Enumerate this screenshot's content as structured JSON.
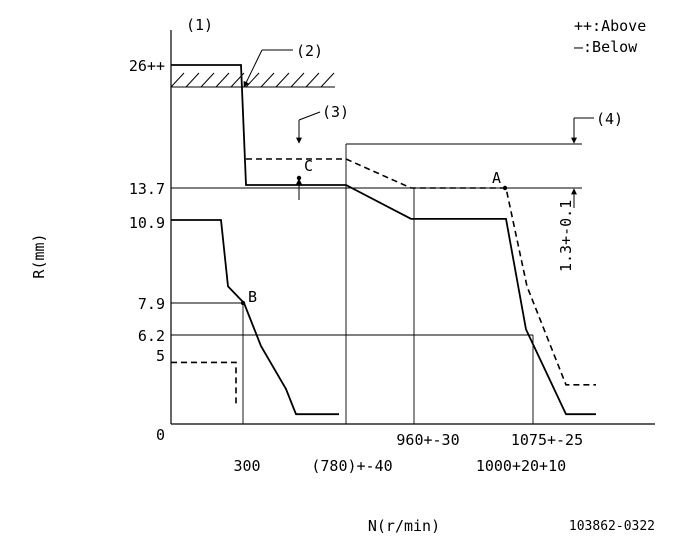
{
  "chart_data": {
    "type": "line",
    "legend": {
      "above": "++:Above",
      "below": "—:Below",
      "placement": "top-right"
    },
    "xlabel": "N(r/min)",
    "ylabel": "R(mm)",
    "figure_id": "103862-0322",
    "y_tick_labels": [
      "26++",
      "13.7",
      "10.9",
      "7.9",
      "6.2",
      "5",
      "0"
    ],
    "x_tick_labels": [
      "300",
      "(780)+-40",
      "960+-30",
      "1000+20+10",
      "1075+-25"
    ],
    "callouts": [
      "(1)",
      "(2)",
      "(3)",
      "(4)"
    ],
    "points": [
      "A",
      "B",
      "C"
    ],
    "dimension_label": "1.3+-0.1",
    "series": [
      {
        "style": "solid",
        "segments": [
          [
            [
              0,
              26
            ],
            [
              70,
              26
            ],
            [
              75,
              14
            ],
            [
              175,
              14
            ],
            [
              240,
              11
            ],
            [
              335,
              11
            ],
            [
              355,
              6.5
            ],
            [
              395,
              0.7
            ],
            [
              425,
              0.7
            ]
          ],
          [
            [
              0,
              10.9
            ],
            [
              50,
              10.9
            ],
            [
              57,
              8.5
            ],
            [
              73,
              7.9
            ],
            [
              90,
              5.5
            ],
            [
              115,
              2.5
            ],
            [
              125,
              0.7
            ],
            [
              168,
              0.7
            ]
          ]
        ]
      },
      {
        "style": "dashed",
        "segments": [
          [
            [
              75,
              16.6
            ],
            [
              175,
              16.6
            ],
            [
              240,
              13.7
            ],
            [
              335,
              13.7
            ],
            [
              356,
              8.5
            ],
            [
              395,
              2.8
            ],
            [
              425,
              2.8
            ]
          ],
          [
            [
              0,
              4.4
            ],
            [
              65,
              4.4
            ],
            [
              65,
              1.3
            ]
          ]
        ]
      }
    ]
  }
}
